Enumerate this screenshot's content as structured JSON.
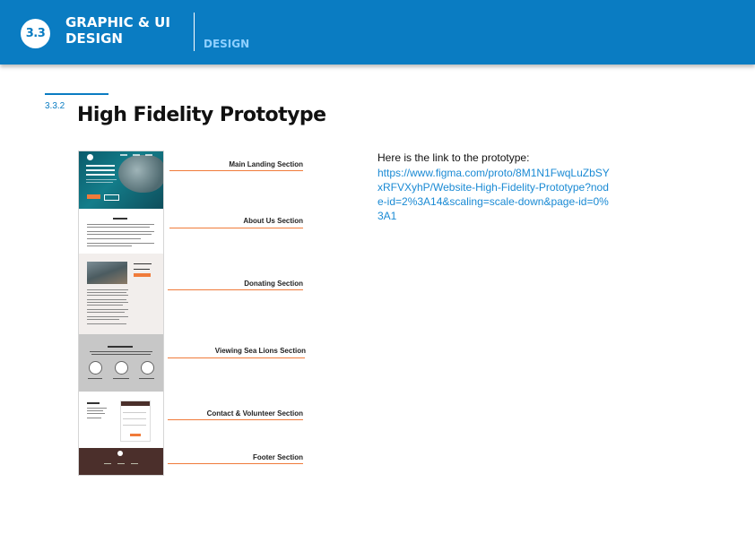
{
  "header": {
    "chapter_number": "3.3",
    "chapter_title": "GRAPHIC & UI DESIGN",
    "section": "DESIGN",
    "background_color": "#0a7cc2"
  },
  "page": {
    "sub_number": "3.3.2",
    "title": "High Fidelity Prototype"
  },
  "prototype": {
    "annotations": [
      {
        "label": "Main Landing Section"
      },
      {
        "label": "About Us Section"
      },
      {
        "label": "Donating Section"
      },
      {
        "label": "Viewing Sea Lions Section"
      },
      {
        "label": "Contact & Volunteer Section"
      },
      {
        "label": "Footer Section"
      }
    ],
    "annotation_color": "#f07b3a"
  },
  "link": {
    "intro": "Here is the link to the prototype:",
    "url": "https://www.figma.com/proto/8M1N1FwqLuZbSYxRFVXyhP/Website-High-Fidelity-Prototype?node-id=2%3A14&scaling=scale-down&page-id=0%3A1"
  }
}
